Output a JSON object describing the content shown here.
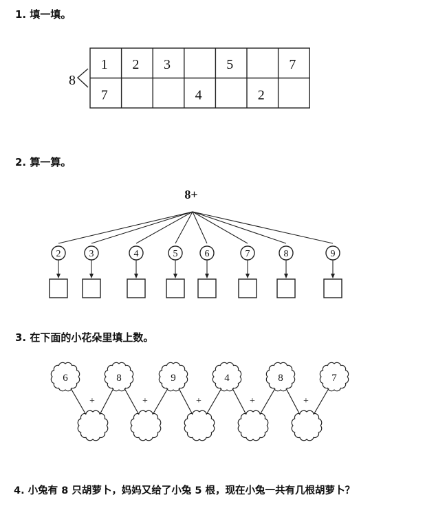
{
  "q1": {
    "title": "1. 填一填。",
    "total": "8",
    "top_row": [
      "1",
      "2",
      "3",
      "",
      "5",
      "",
      "7"
    ],
    "bottom_row": [
      "7",
      "",
      "",
      "4",
      "",
      "2",
      ""
    ]
  },
  "q2": {
    "title": "2. 算一算。",
    "head": "8+",
    "numbers": [
      "2",
      "3",
      "4",
      "5",
      "6",
      "7",
      "8",
      "9"
    ]
  },
  "q3": {
    "title": "3. 在下面的小花朵里填上数。",
    "flowers": [
      "6",
      "8",
      "9",
      "4",
      "8",
      "7"
    ],
    "operator": "+"
  },
  "q4": {
    "title": "4. 小兔有 8 只胡萝卜，妈妈又给了小兔 5 根，现在小兔一共有几根胡萝卜？"
  }
}
